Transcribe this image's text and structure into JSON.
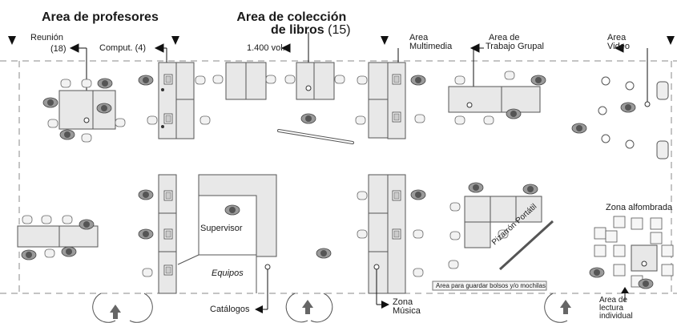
{
  "headers": {
    "profesores": "Area de profesores",
    "coleccion_line1": "Area de colección",
    "coleccion_line2": "de libros",
    "coleccion_count": "(15)"
  },
  "labels": {
    "reunion_line1": "Reunión",
    "reunion_line2": "(18)",
    "computadoras": "Comput. (4)",
    "volumenes": "1.400 vol.",
    "multimedia_line1": "Area",
    "multimedia_line2": "Multimedia",
    "trabajo_line1": "Area de",
    "trabajo_line2": "Trabajo Grupal",
    "video_line1": "Area",
    "video_line2": "Video",
    "supervisor": "Supervisor",
    "equipos": "Equipos",
    "catalogos": "Catálogos",
    "musica_line1": "Zona",
    "musica_line2": "Música",
    "pizarron": "Pizarrón Portátil",
    "bolsos": "Area para guardar bolsos y/o mochilas",
    "alfombrada": "Zona alfombrada",
    "lectura_line1": "Area de",
    "lectura_line2": "lectura",
    "lectura_line3": "individual"
  },
  "colors": {
    "furniture": "#e8e8e8",
    "stroke": "#555555",
    "person": "#777777",
    "dashed": "#888888"
  }
}
